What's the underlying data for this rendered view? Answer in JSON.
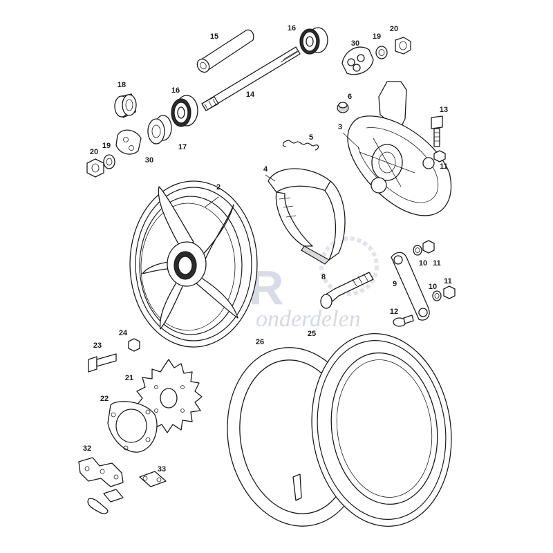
{
  "watermark": {
    "brand": "MPR",
    "sub": "onderdelen",
    "color": "#2c3a7a"
  },
  "parts": [
    {
      "id": "p2",
      "number": "2"
    },
    {
      "id": "p3",
      "number": "3"
    },
    {
      "id": "p4",
      "number": "4"
    },
    {
      "id": "p5",
      "number": "5"
    },
    {
      "id": "p6",
      "number": "6"
    },
    {
      "id": "p8",
      "number": "8"
    },
    {
      "id": "p9",
      "number": "9"
    },
    {
      "id": "p10a",
      "number": "10"
    },
    {
      "id": "p10b",
      "number": "10"
    },
    {
      "id": "p11a",
      "number": "11"
    },
    {
      "id": "p11b",
      "number": "11"
    },
    {
      "id": "p11c",
      "number": "11"
    },
    {
      "id": "p12",
      "number": "12"
    },
    {
      "id": "p13",
      "number": "13"
    },
    {
      "id": "p14",
      "number": "14"
    },
    {
      "id": "p15",
      "number": "15"
    },
    {
      "id": "p16a",
      "number": "16"
    },
    {
      "id": "p16b",
      "number": "16"
    },
    {
      "id": "p17",
      "number": "17"
    },
    {
      "id": "p18",
      "number": "18"
    },
    {
      "id": "p19a",
      "number": "19"
    },
    {
      "id": "p19b",
      "number": "19"
    },
    {
      "id": "p20a",
      "number": "20"
    },
    {
      "id": "p20b",
      "number": "20"
    },
    {
      "id": "p21",
      "number": "21"
    },
    {
      "id": "p22",
      "number": "22"
    },
    {
      "id": "p23",
      "number": "23"
    },
    {
      "id": "p24",
      "number": "24"
    },
    {
      "id": "p25",
      "number": "25"
    },
    {
      "id": "p26",
      "number": "26"
    },
    {
      "id": "p30a",
      "number": "30"
    },
    {
      "id": "p30b",
      "number": "30"
    },
    {
      "id": "p32",
      "number": "32"
    },
    {
      "id": "p33",
      "number": "33"
    }
  ]
}
